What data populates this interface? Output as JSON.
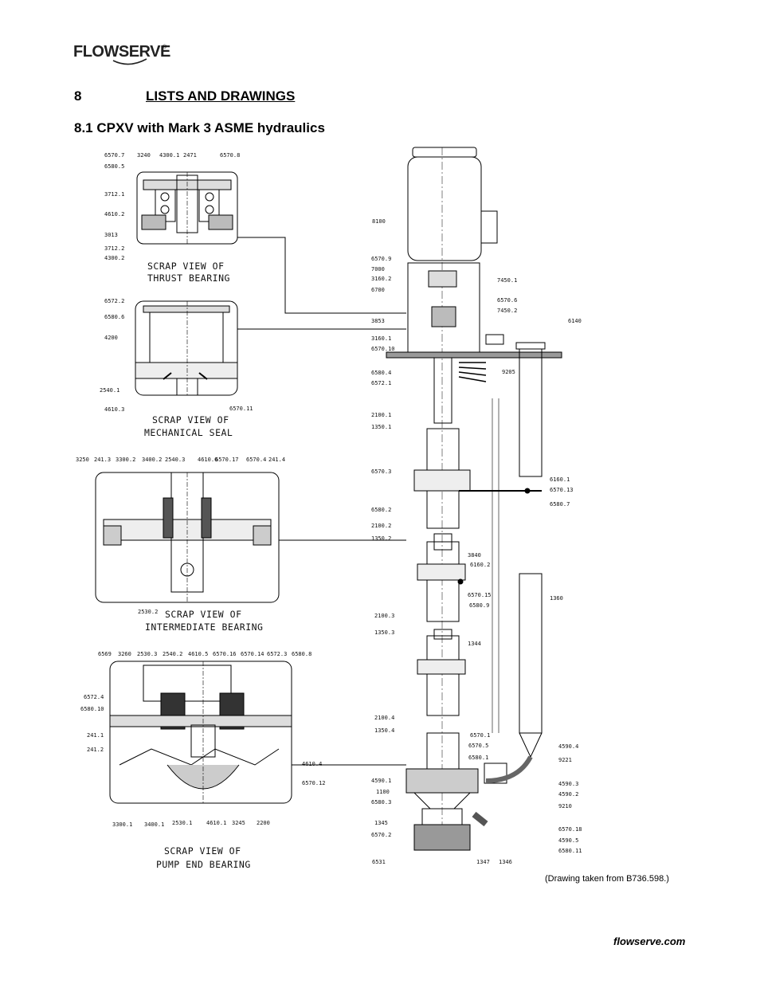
{
  "header": {
    "logo_text": "FLOWSERVE",
    "logo_mark": "®"
  },
  "section": {
    "number": "8",
    "title": "LISTS AND DRAWINGS"
  },
  "subsection": {
    "title": "8.1  CPXV with Mark 3 ASME hydraulics"
  },
  "caption": "(Drawing taken from B736.598.)",
  "footer": {
    "site": "flowserve.com"
  },
  "scrap_views": {
    "thrust": [
      "SCRAP VIEW OF",
      "THRUST BEARING"
    ],
    "seal": [
      "SCRAP VIEW OF",
      "MECHANICAL SEAL"
    ],
    "intermediate": [
      "SCRAP VIEW OF",
      "INTERMEDIATE BEARING"
    ],
    "pump_end": [
      "SCRAP VIEW OF",
      "PUMP END BEARING"
    ]
  },
  "labels": {
    "t1": "6570.7",
    "t2": "3240",
    "t3": "4300.1",
    "t4": "2471",
    "t5": "6570.8",
    "t6": "6580.5",
    "t7": "3712.1",
    "t8": "4610.2",
    "t9": "3013",
    "t10": "3712.2",
    "t11": "4300.2",
    "s1": "6572.2",
    "s2": "6580.6",
    "s3": "4200",
    "s4": "2540.1",
    "s5": "4610.3",
    "s6": "6570.11",
    "i1": "3250",
    "i2": "241.3",
    "i3": "3300.2",
    "i4": "3400.2",
    "i5": "2540.3",
    "i6": "4610.6",
    "i7": "6570.17",
    "i8": "6570.4",
    "i9": "241.4",
    "i10": "2530.2",
    "p1": "6569",
    "p2": "3260",
    "p3": "2530.3",
    "p4": "2540.2",
    "p5": "4610.5",
    "p6": "6570.16",
    "p7": "6570.14",
    "p8": "6572.3",
    "p9": "6580.8",
    "p10": "6572.4",
    "p11": "6580.10",
    "p12": "241.1",
    "p13": "241.2",
    "p14": "4610.4",
    "p15": "6570.12",
    "p16": "3300.1",
    "p17": "3400.1",
    "p18": "2530.1",
    "p19": "4610.1",
    "p20": "3245",
    "p21": "2200",
    "m1": "8100",
    "m2": "6570.9",
    "m3": "7000",
    "m4": "3160.2",
    "m5": "6700",
    "m6": "3853",
    "m7": "3160.1",
    "m8": "6570.10",
    "m9": "6580.4",
    "m10": "6572.1",
    "m11": "7450.1",
    "m12": "6570.6",
    "m13": "7450.2",
    "m14": "6140",
    "m15": "9205",
    "m16": "2100.1",
    "m17": "1350.1",
    "m18": "6570.3",
    "m19": "6580.2",
    "m20": "6160.1",
    "m21": "6570.13",
    "m22": "6580.7",
    "m23": "2100.2",
    "m24": "1350.2",
    "m25": "3840",
    "m26": "6160.2",
    "m27": "6570.15",
    "m28": "6580.9",
    "m29": "1360",
    "m30": "2100.3",
    "m31": "1350.3",
    "m32": "1344",
    "m33": "2100.4",
    "m34": "1350.4",
    "m35": "6570.1",
    "m36": "6570.5",
    "m37": "6580.1",
    "m38": "4590.4",
    "m39": "9221",
    "m40": "4590.1",
    "m41": "1100",
    "m42": "6580.3",
    "m43": "4590.3",
    "m44": "4590.2",
    "m45": "9210",
    "m46": "1345",
    "m47": "6570.2",
    "m48": "6570.18",
    "m49": "4590.5",
    "m50": "6580.11",
    "m51": "6531",
    "m52": "1347",
    "m53": "1346"
  }
}
